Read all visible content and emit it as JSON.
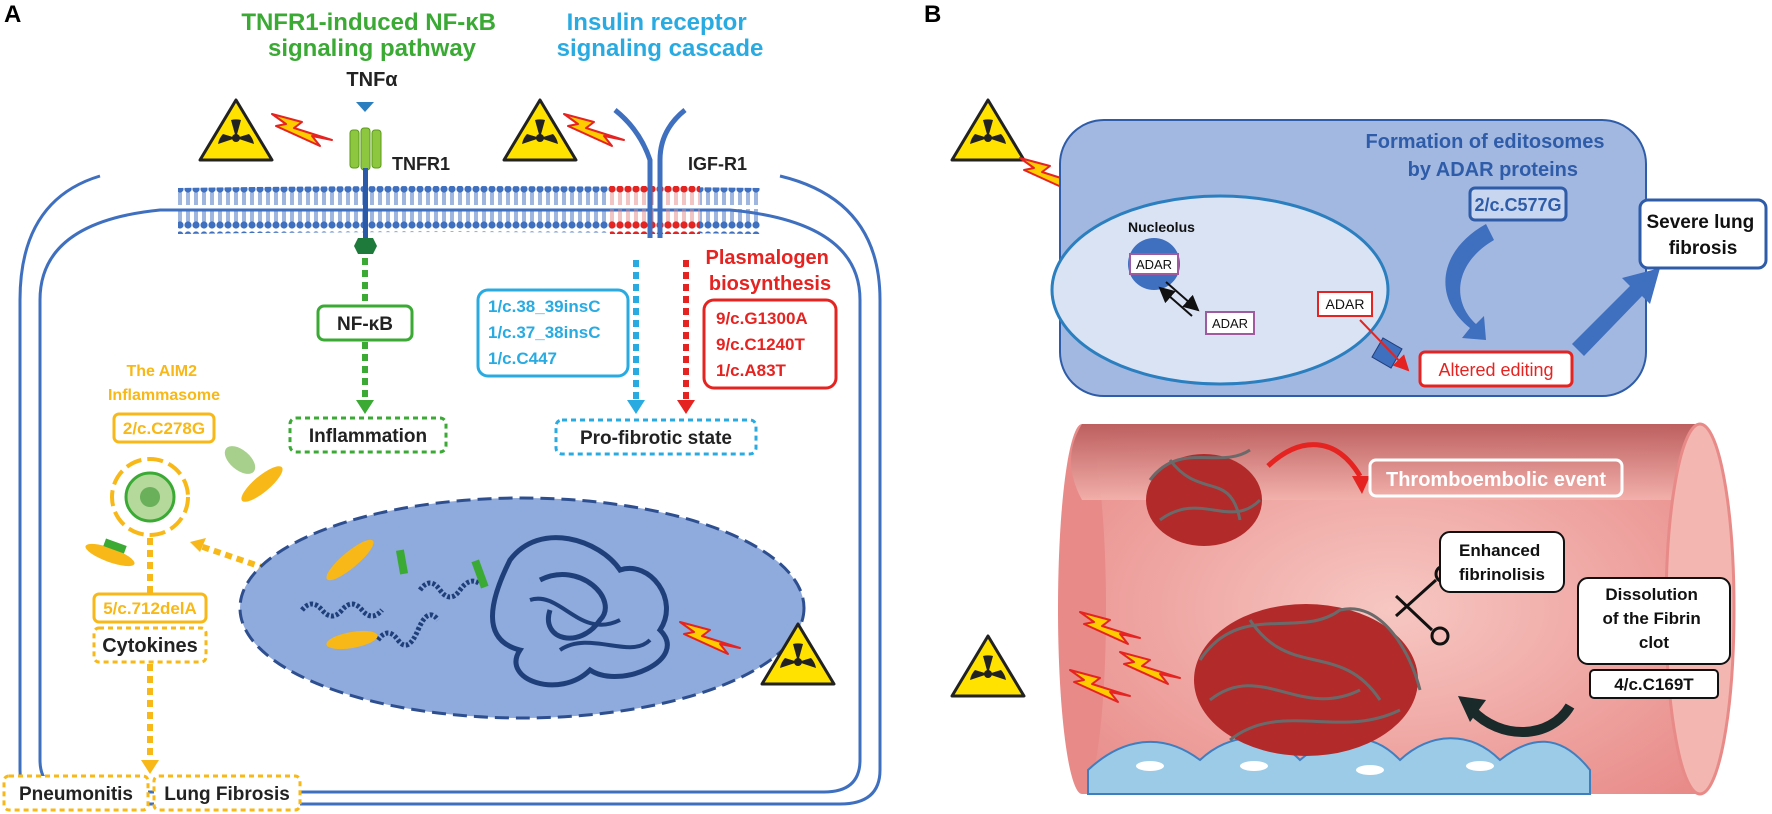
{
  "panels": {
    "a": "A",
    "b": "B"
  },
  "panel_a": {
    "nfkb_pathway_title": [
      "TNFR1-induced NF-κB",
      "signaling pathway"
    ],
    "insulin_cascade_title": [
      "Insulin receptor",
      "signaling cascade"
    ],
    "tnf_alpha": "TNFα",
    "tnfr1": "TNFR1",
    "igfr1": "IGF-R1",
    "nfkb": "NF-κB",
    "inflammation": "Inflammation",
    "aim2_title": [
      "The AIM2",
      "Inflammasome"
    ],
    "aim2_variant": "2/c.C278G",
    "cytokine_variant": "5/c.712delA",
    "cytokines": "Cytokines",
    "pneumonitis": "Pneumonitis",
    "lung_fibrosis": "Lung Fibrosis",
    "insulin_variants": [
      "1/c.38_39insC",
      "1/c.37_38insC",
      "1/c.C447"
    ],
    "plasmalogen_title": [
      "Plasmalogen",
      "biosynthesis"
    ],
    "plasmalogen_variants": [
      "9/c.G1300A",
      "9/c.C1240T",
      "1/c.A83T"
    ],
    "profibrotic": "Pro-fibrotic state"
  },
  "panel_b": {
    "editosome_title": [
      "Formation of editosomes",
      "by ADAR proteins"
    ],
    "adar_variant": "2/c.C577G",
    "nucleolus": "Nucleolus",
    "adar": "ADAR",
    "altered_editing": "Altered editing",
    "severe_fibrosis": [
      "Severe lung",
      "fibrosis"
    ],
    "thromboembolic": "Thromboembolic event",
    "fibrinolysis": [
      "Enhanced",
      "fibrinolisis"
    ],
    "dissolution": [
      "Dissolution",
      "of the Fibrin",
      "clot"
    ],
    "fibrin_variant": "4/c.C169T"
  },
  "colors": {
    "green": "#3aaa35",
    "cyan": "#29abe2",
    "red": "#e52421",
    "yellow": "#f7b818",
    "blue": "#2e5ca8",
    "navy": "#1f3f7a"
  }
}
